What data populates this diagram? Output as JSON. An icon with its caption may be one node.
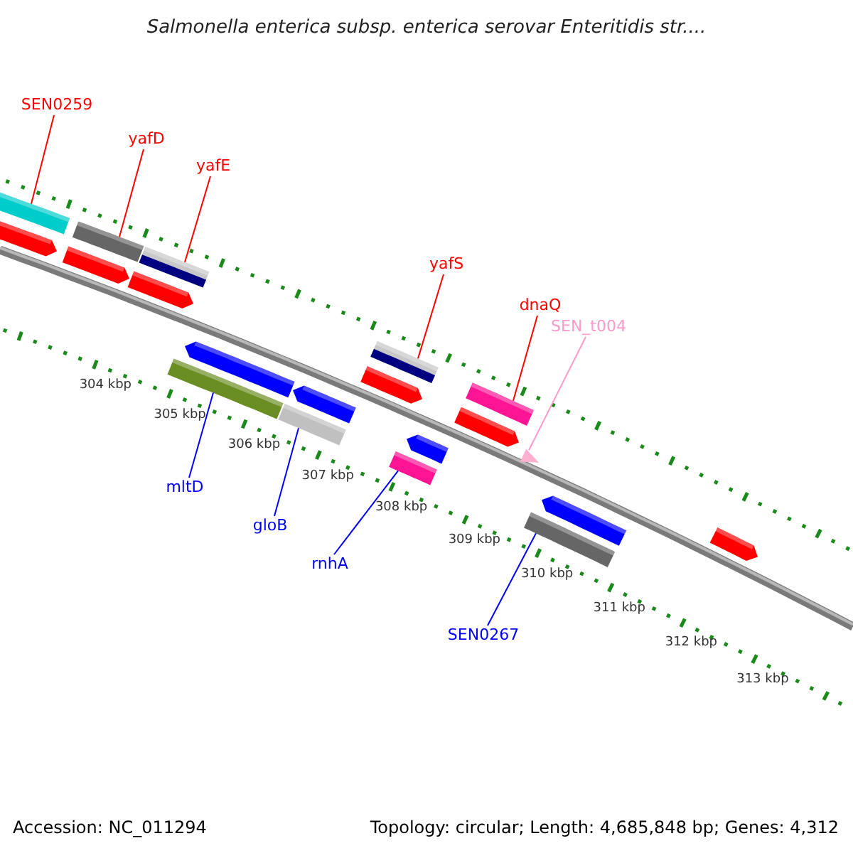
{
  "diagram": {
    "title": "Salmonella enterica subsp. enterica serovar Enteritidis str....",
    "nodes": [
      {
        "text": [
          "SEN0259"
        ]
      },
      {
        "text": [],
        "shape": "bar"
      },
      {
        "text": [
          "yafD"
        ]
      },
      {
        "text": [],
        "shape": "bar"
      },
      {
        "text": [
          "yafE"
        ]
      },
      {
        "text": [],
        "shape": "bar"
      },
      {
        "text": [
          "yafS"
        ]
      },
      {
        "text": [],
        "shape": "bar"
      },
      {
        "text": [
          "dnaQ"
        ]
      },
      {
        "text": [],
        "shape": "bar"
      },
      {
        "text": [
          "SEN_t004"
        ]
      },
      {
        "text": [],
        "shape": "triangle"
      },
      {
        "text": [
          "mltD"
        ]
      },
      {
        "text": [],
        "shape": "bar"
      },
      {
        "text": [
          "gloB"
        ]
      },
      {
        "text": [],
        "shape": "bar"
      },
      {
        "text": [
          "rnhA"
        ]
      },
      {
        "text": [],
        "shape": "bar"
      },
      {
        "text": [
          "SEN0267"
        ]
      },
      {
        "text": [],
        "shape": "bar"
      },
      {
        "text": [],
        "shape": "arrow"
      },
      {
        "text": [],
        "shape": "arrow"
      },
      {
        "text": [],
        "shape": "arrow"
      },
      {
        "text": [],
        "shape": "arrow"
      },
      {
        "text": [],
        "shape": "arrow"
      },
      {
        "text": [],
        "shape": "arrow"
      },
      {
        "text": [],
        "shape": "arrow"
      },
      {
        "text": [],
        "shape": "arrow"
      },
      {
        "text": [],
        "shape": "arrow"
      },
      {
        "text": [],
        "shape": "arrow"
      }
    ],
    "edges": [
      {
        "from": 0,
        "to": 1,
        "arrow": "none"
      },
      {
        "from": 2,
        "to": 3,
        "arrow": "none"
      },
      {
        "from": 4,
        "to": 5,
        "arrow": "none"
      },
      {
        "from": 6,
        "to": 7,
        "arrow": "none"
      },
      {
        "from": 8,
        "to": 9,
        "arrow": "none"
      },
      {
        "from": 10,
        "to": 11,
        "arrow": "none",
        "color": "#ff99cc"
      },
      {
        "from": 12,
        "to": 13,
        "arrow": "none",
        "color": "#0000ff"
      },
      {
        "from": 14,
        "to": 15,
        "arrow": "none",
        "color": "#0000ff"
      },
      {
        "from": 16,
        "to": 17,
        "arrow": "none",
        "color": "#0000ff"
      },
      {
        "from": 18,
        "to": 19,
        "arrow": "none",
        "color": "#0000ff"
      }
    ],
    "labels": [
      "304 kbp",
      "305 kbp",
      "306 kbp",
      "307 kbp",
      "308 kbp",
      "309 kbp",
      "310 kbp",
      "311 kbp",
      "312 kbp",
      "313 kbp",
      "Accession: NC_011294",
      "Topology: circular; Length: 4,685,848 bp; Genes: 4,312"
    ]
  }
}
